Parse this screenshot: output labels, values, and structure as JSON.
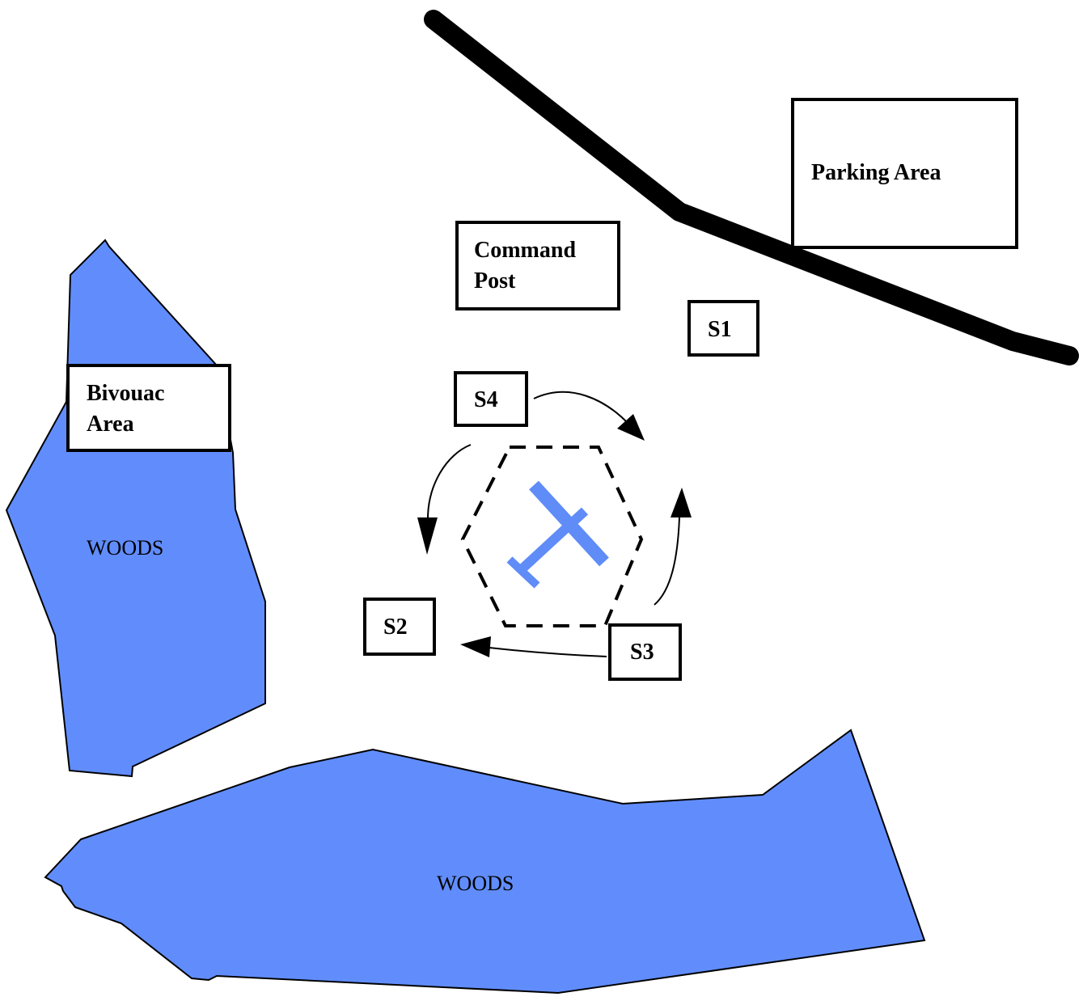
{
  "colors": {
    "woods_fill": "#618dfc",
    "aircraft": "#5f8cf7",
    "road": "#000000",
    "outline": "#000000",
    "background": "#ffffff"
  },
  "labels": {
    "parking_area": "Parking Area",
    "command_post_line1": "Command",
    "command_post_line2": "Post",
    "bivouac_area_line1": "Bivouac",
    "bivouac_area_line2": "Area",
    "s1": "S1",
    "s2": "S2",
    "s3": "S3",
    "s4": "S4",
    "woods_left": "WOODS",
    "woods_bottom": "WOODS"
  },
  "icons": {
    "aircraft": "aircraft-icon",
    "perimeter": "hexagon-dashed-perimeter",
    "patrol_arrows": "curved-arrow"
  }
}
